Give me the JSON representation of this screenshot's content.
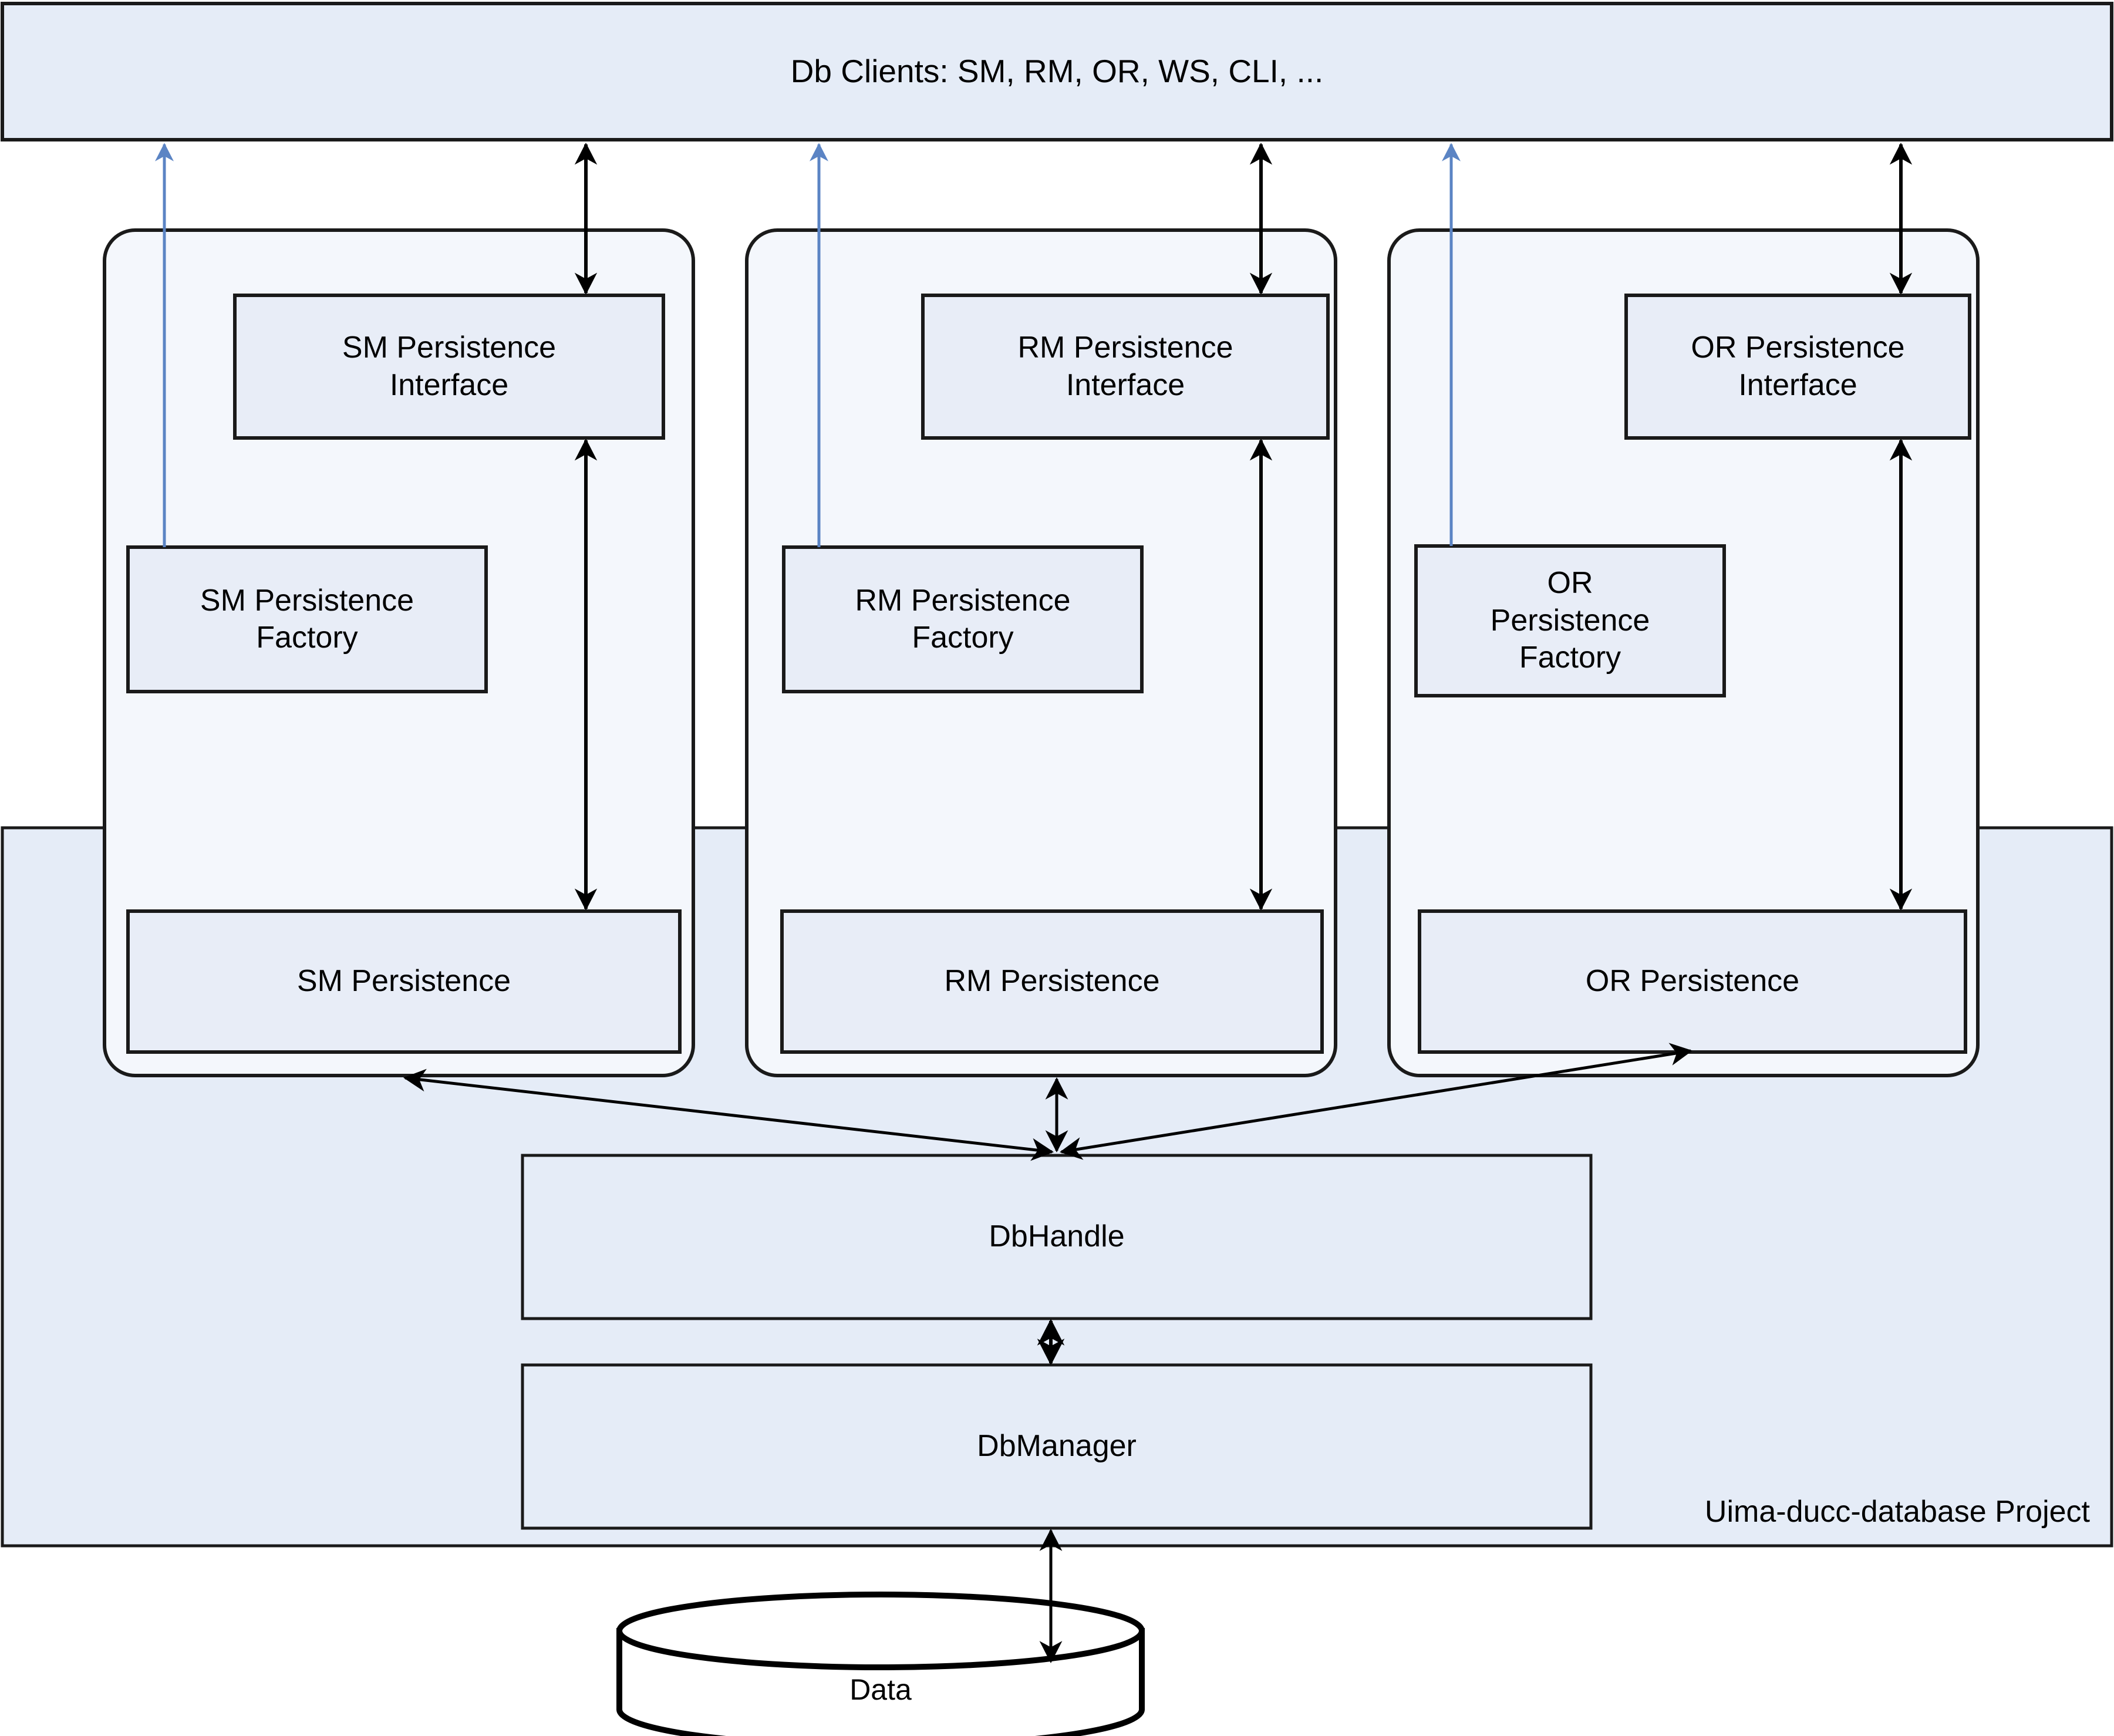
{
  "diagram": {
    "title_bar": {
      "label": "Db Clients: SM, RM, OR, WS, CLI, ..."
    },
    "project_region": {
      "label": "Uima-ducc-database Project"
    },
    "columns": [
      {
        "id": "sm",
        "interface": {
          "label": "SM Persistence\nInterface"
        },
        "factory": {
          "label": "SM Persistence\nFactory"
        },
        "persistence": {
          "label": "SM Persistence"
        }
      },
      {
        "id": "rm",
        "interface": {
          "label": "RM  Persistence\nInterface"
        },
        "factory": {
          "label": "RM  Persistence\nFactory"
        },
        "persistence": {
          "label": "RM Persistence"
        }
      },
      {
        "id": "or",
        "interface": {
          "label": "OR Persistence\nInterface"
        },
        "factory": {
          "label": "OR\nPersistence\nFactory"
        },
        "persistence": {
          "label": "OR Persistence"
        }
      }
    ],
    "db_handle": {
      "label": "DbHandle"
    },
    "db_manager": {
      "label": "DbManager"
    },
    "data_store": {
      "label": "Data"
    },
    "colors": {
      "box_fill": "#e8edf7",
      "container_fill": "#f4f7fc",
      "region_fill": "#e5ecf7",
      "stroke": "#1a1a1a",
      "factory_arrow": "#5b84c4",
      "data_fill": "#ffffff",
      "page_bg": "#ffffff"
    }
  }
}
